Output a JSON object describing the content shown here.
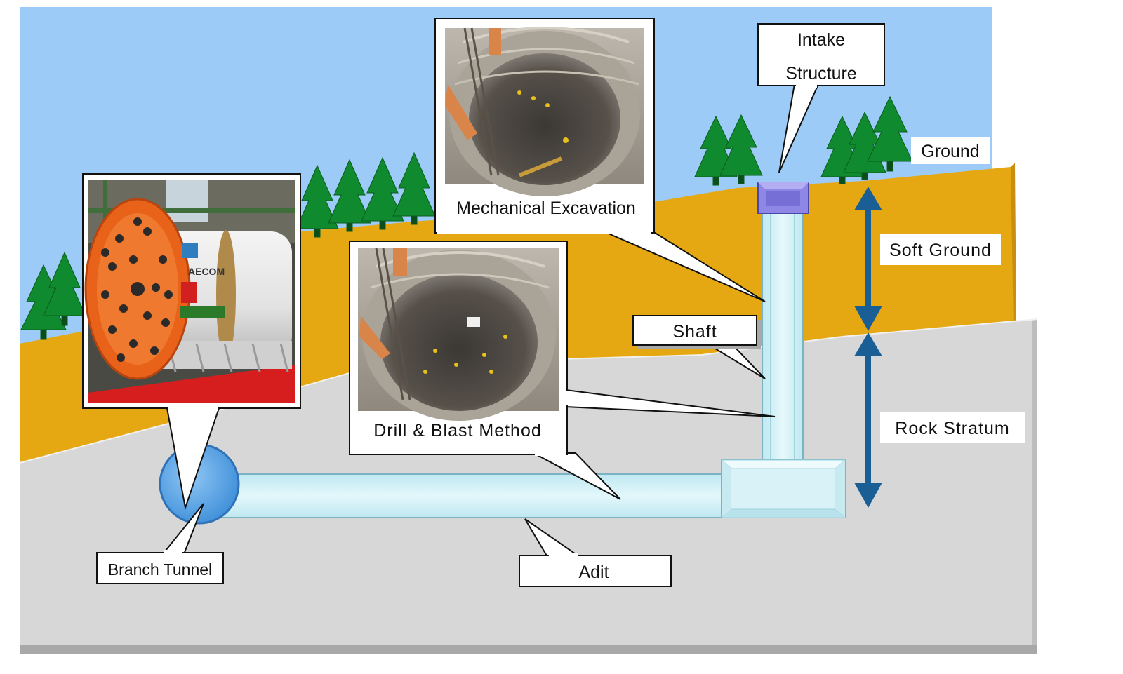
{
  "labels": {
    "intake_line1": "Intake",
    "intake_line2": "Structure",
    "ground": "Ground",
    "soft_ground": "Soft Ground",
    "rock_stratum": "Rock Stratum",
    "shaft": "Shaft",
    "adit": "Adit",
    "branch_tunnel": "Branch Tunnel",
    "mechanical_excavation": "Mechanical Excavation",
    "drill_blast": "Drill & Blast Method"
  },
  "colors": {
    "sky": "#9ccbf7",
    "soft_ground": "#e5a813",
    "rock": "#d7d7d7",
    "tunnel": "#cdeff5",
    "tunnel_edge": "#7bb3c4",
    "arrow": "#1a5e96",
    "tree": "#108a2e",
    "intake": "#8e87e6",
    "tbm_head": "#e8621a",
    "branch_circle": "#4a9be0"
  },
  "photo_text": {
    "tbm_logo": "AECOM"
  }
}
